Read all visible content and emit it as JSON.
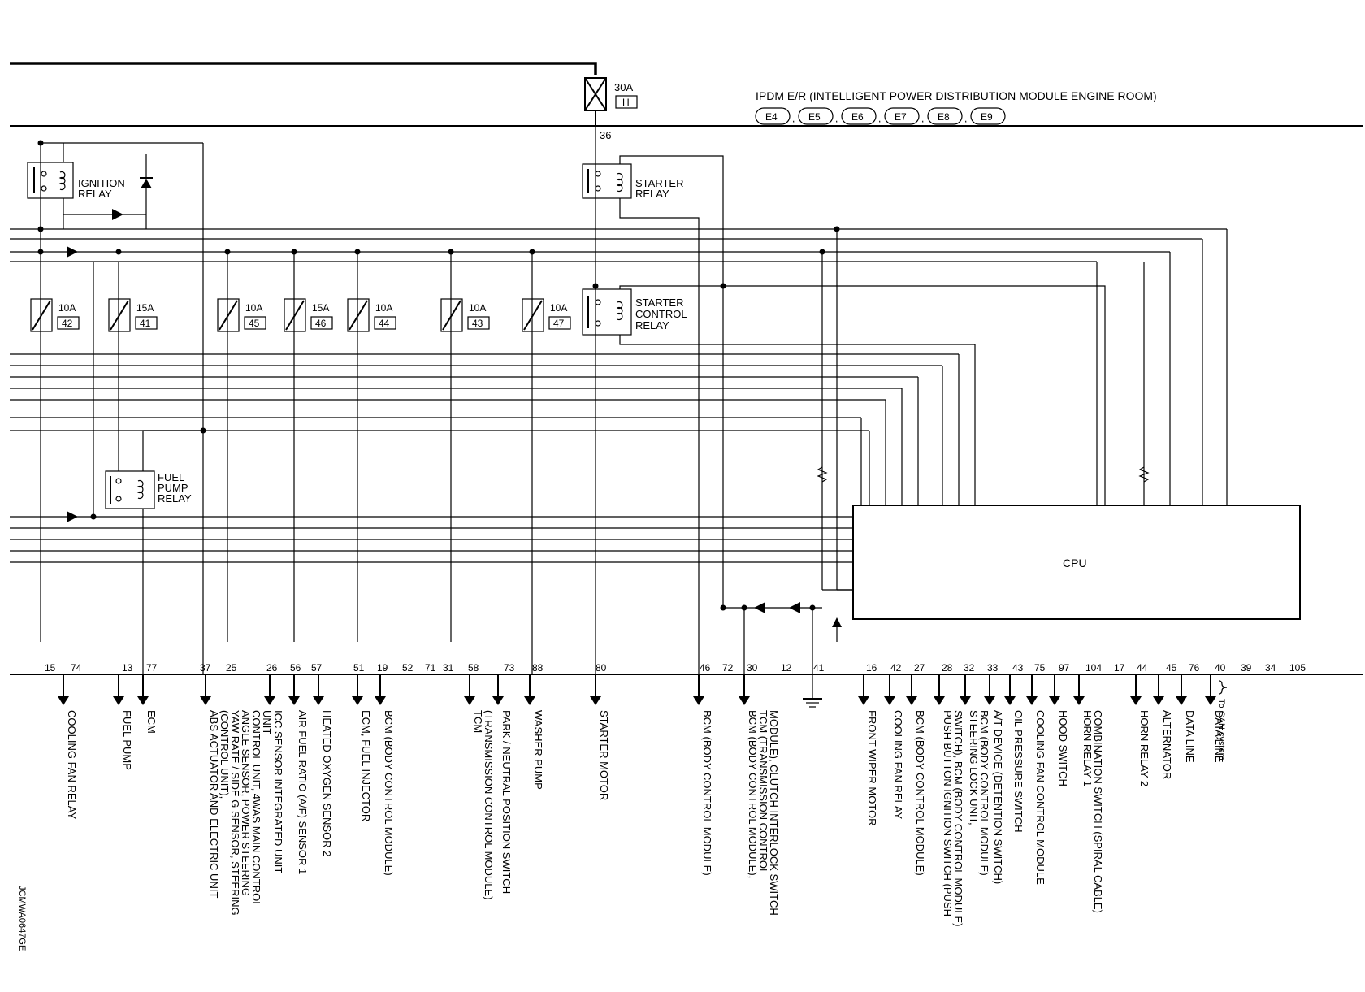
{
  "module": {
    "title": "IPDM E/R (INTELLIGENT POWER DISTRIBUTION MODULE ENGINE ROOM)",
    "connectors": [
      "E4",
      "E5",
      "E6",
      "E7",
      "E8",
      "E9"
    ],
    "cpu_label": "CPU"
  },
  "fusible_link": {
    "rating": "30A",
    "letter": "H",
    "terminal": "36"
  },
  "relays": {
    "ignition": [
      "IGNITION",
      "RELAY"
    ],
    "starter": [
      "STARTER",
      "RELAY"
    ],
    "starter_control": [
      "STARTER",
      "CONTROL",
      "RELAY"
    ],
    "fuel_pump": [
      "FUEL",
      "PUMP",
      "RELAY"
    ]
  },
  "fuses": [
    {
      "rating": "10A",
      "number": "42"
    },
    {
      "rating": "15A",
      "number": "41"
    },
    {
      "rating": "10A",
      "number": "45"
    },
    {
      "rating": "15A",
      "number": "46"
    },
    {
      "rating": "10A",
      "number": "44"
    },
    {
      "rating": "10A",
      "number": "43"
    },
    {
      "rating": "10A",
      "number": "47"
    }
  ],
  "terminals": [
    "15",
    "74",
    "13",
    "77",
    "37",
    "25",
    "26",
    "56",
    "57",
    "51",
    "19",
    "52",
    "71",
    "31",
    "58",
    "73",
    "88",
    "80",
    "46",
    "72",
    "30",
    "12",
    "41",
    "16",
    "42",
    "27",
    "28",
    "32",
    "33",
    "43",
    "75",
    "97",
    "104",
    "17",
    "44",
    "45",
    "76",
    "40",
    "39",
    "34",
    "105"
  ],
  "destinations": [
    {
      "lines": [
        "COOLING FAN RELAY"
      ]
    },
    {
      "lines": [
        "FUEL PUMP"
      ]
    },
    {
      "lines": [
        "ECM"
      ]
    },
    {
      "lines": [
        "ABS ACTUATOR AND ELECTRIC UNIT",
        "(CONTROL UNIT),",
        "YAW RATE / SIDE G SENSOR, STEERING",
        "ANGLE SENSOR, POWER STEERING",
        "CONTROL UNIT, 4WAS MAIN CONTROL",
        "UNIT"
      ]
    },
    {
      "lines": [
        "ICC SENSOR INTEGRATED UNIT"
      ]
    },
    {
      "lines": [
        "AIR FUEL RATIO (A/F) SENSOR 1"
      ]
    },
    {
      "lines": [
        "HEATED OXYGEN SENSOR 2"
      ]
    },
    {
      "lines": [
        "ECM, FUEL INJECTOR"
      ]
    },
    {
      "lines": [
        "BCM (BODY CONTROL MODULE)"
      ]
    },
    {
      "lines": [
        "TCM",
        "(TRANSMISSION CONTROL MODULE)"
      ]
    },
    {
      "lines": [
        "PARK / NEUTRAL POSITION SWITCH"
      ]
    },
    {
      "lines": [
        "WASHER PUMP"
      ]
    },
    {
      "lines": [
        "STARTER MOTOR"
      ]
    },
    {
      "lines": [
        "BCM (BODY CONTROL MODULE)"
      ]
    },
    {
      "lines": [
        "BCM (BODY CONTROL MODULE),",
        "TCM (TRANSMISSION CONTROL",
        "MODULE), CLUTCH INTERLOCK SWITCH"
      ]
    },
    {
      "lines": [
        "FRONT WIPER MOTOR"
      ]
    },
    {
      "lines": [
        "COOLING FAN RELAY"
      ]
    },
    {
      "lines": [
        "BCM (BODY CONTROL MODULE)"
      ]
    },
    {
      "lines": [
        "PUSH-BUTTON IGNITION SWITCH (PUSH",
        "SWITCH), BCM (BODY CONTROL MODULE)"
      ]
    },
    {
      "lines": [
        "STEERING LOCK UNIT,",
        "BCM (BODY CONTROL MODULE)"
      ]
    },
    {
      "lines": [
        "A/T DEVICE (DETENTION SWITCH)"
      ]
    },
    {
      "lines": [
        "OIL PRESSURE SWITCH"
      ]
    },
    {
      "lines": [
        "COOLING FAN CONTROL MODULE"
      ]
    },
    {
      "lines": [
        "HOOD SWITCH"
      ]
    },
    {
      "lines": [
        "HORN RELAY 1",
        "COMBINATION SWITCH (SPIRAL CABLE)"
      ]
    },
    {
      "lines": [
        "HORN RELAY 2"
      ]
    },
    {
      "lines": [
        "ALTERNATOR"
      ]
    },
    {
      "lines": [
        "DATA LINE"
      ]
    },
    {
      "lines": [
        "DATA LINE"
      ]
    },
    {
      "lines": [
        "To CAN system"
      ]
    }
  ],
  "figure_code": "JCMWA0647GE"
}
